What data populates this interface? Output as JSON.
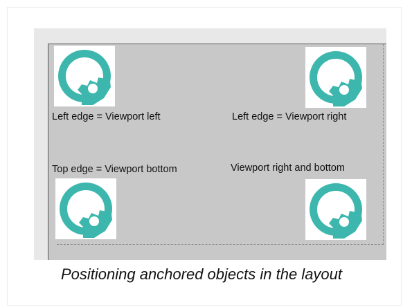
{
  "figure": {
    "labels": {
      "top_left": "Left edge = Viewport left",
      "top_right": "Left edge = Viewport right",
      "bottom_left": "Top edge = Viewport bottom",
      "bottom_right": "Viewport right and bottom"
    },
    "caption": "Positioning anchored objects in the layout"
  },
  "icon": {
    "name": "app-logo-icon",
    "color": "#3db7ad"
  }
}
